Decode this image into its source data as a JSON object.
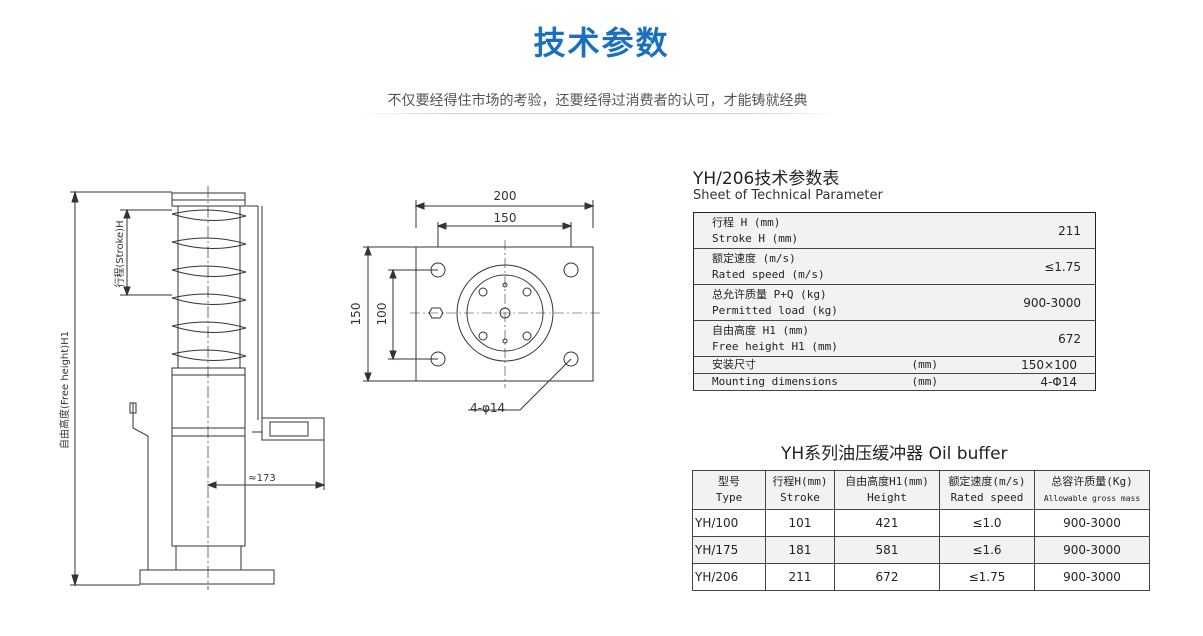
{
  "header": {
    "title": "技术参数",
    "subtitle": "不仅要经得住市场的考验，还要经得过消费者的认可，才能铸就经典"
  },
  "side_drawing": {
    "label_stroke": "行程(Stroke)H",
    "label_free_height": "自由高度(Free height)H1",
    "label_offset": "≈173"
  },
  "plan_drawing": {
    "dim_200": "200",
    "dim_150_top": "150",
    "dim_150_left": "150",
    "dim_100": "100",
    "holes": "4-φ14"
  },
  "param_sheet": {
    "title": "YH/206技术参数表",
    "subtitle": "Sheet of Technical Parameter",
    "rows": [
      {
        "cn": "行程 H (mm)",
        "en": "Stroke H (mm)",
        "value": "211"
      },
      {
        "cn": "额定速度 (m/s)",
        "en": "Rated speed (m/s)",
        "value": "≤1.75"
      },
      {
        "cn": "总允许质量 P+Q (kg)",
        "en": "Permitted load (kg)",
        "value": "900-3000"
      },
      {
        "cn": "自由高度 H1 (mm)",
        "en": "Free height H1 (mm)",
        "value": "672"
      }
    ],
    "mounting": {
      "cn": "安装尺寸",
      "en": "Mounting dimensions",
      "unit1": "(mm)",
      "value1": "150×100",
      "unit2": "(mm)",
      "value2": "4-Φ14"
    }
  },
  "buffer_table": {
    "title": "YH系列油压缓冲器  Oil  buffer",
    "headers": [
      {
        "cn": "型号",
        "en": "Type"
      },
      {
        "cn": "行程H(mm)",
        "en": "Stroke"
      },
      {
        "cn": "自由高度H1(mm)",
        "en": "Height"
      },
      {
        "cn": "额定速度(m/s)",
        "en": "Rated speed"
      },
      {
        "cn": "总容许质量(Kg)",
        "en": "Allowable gross mass"
      }
    ],
    "rows": [
      [
        "YH/100",
        "101",
        "421",
        "≤1.0",
        "900-3000"
      ],
      [
        "YH/175",
        "181",
        "581",
        "≤1.6",
        "900-3000"
      ],
      [
        "YH/206",
        "211",
        "672",
        "≤1.75",
        "900-3000"
      ]
    ]
  }
}
